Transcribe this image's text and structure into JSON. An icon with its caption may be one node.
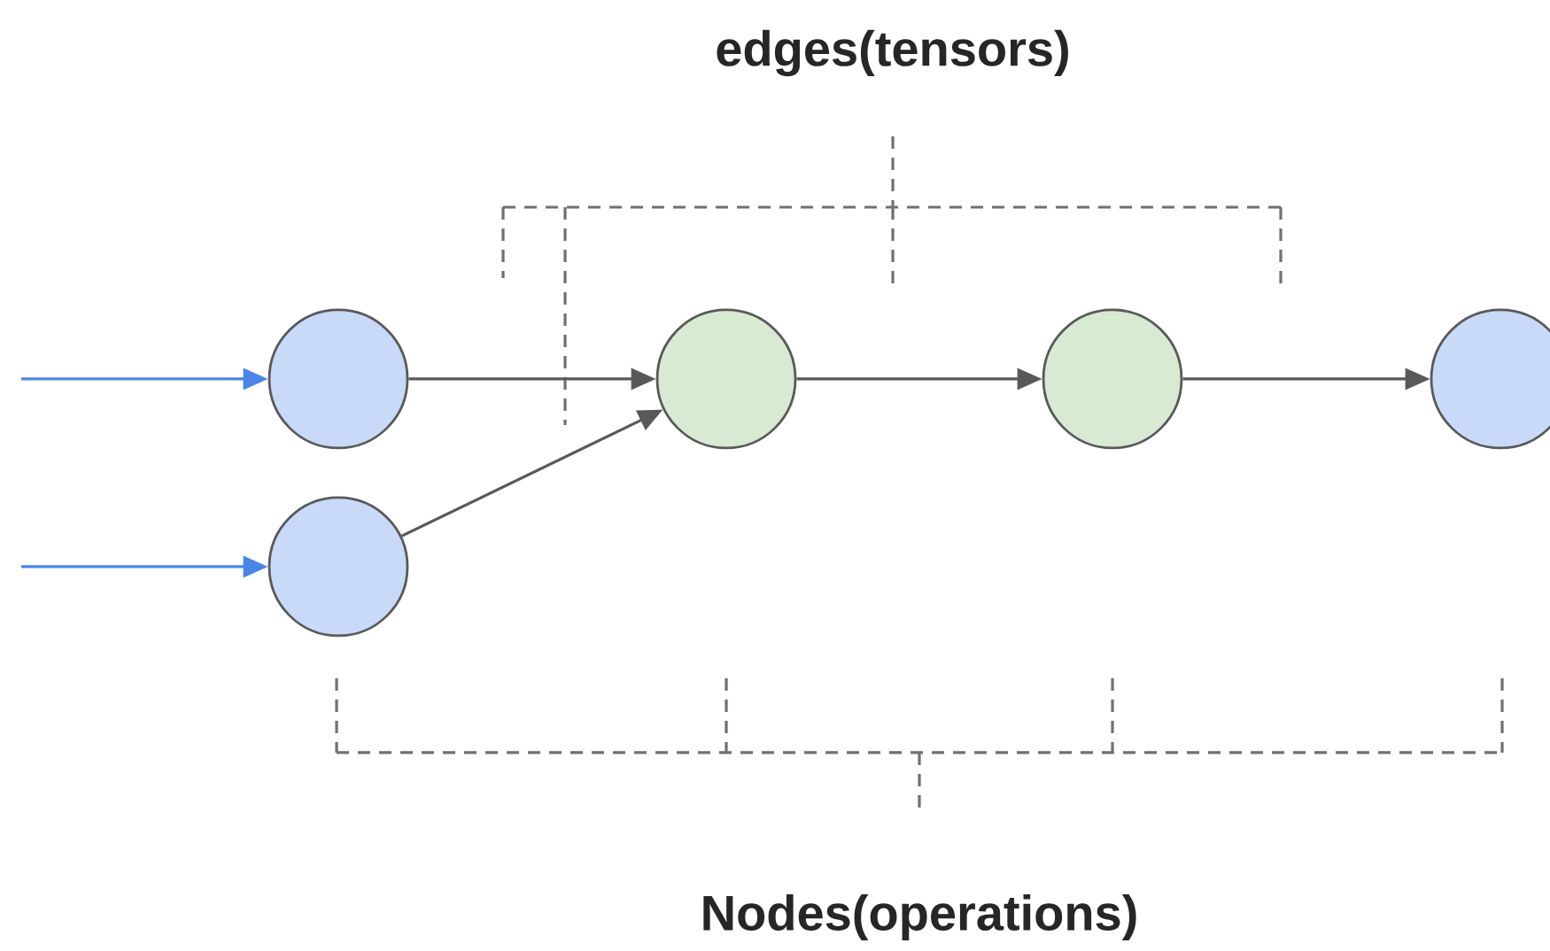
{
  "diagram": {
    "nodes": [
      {
        "text": [],
        "shape": "circle"
      },
      {
        "text": [],
        "shape": "circle"
      },
      {
        "text": [],
        "shape": "circle"
      },
      {
        "text": [],
        "shape": "circle"
      },
      {
        "text": [],
        "shape": "circle"
      }
    ],
    "edges": [
      {
        "from": null,
        "to": 0,
        "arrow": "to",
        "color": "#4a86e8"
      },
      {
        "from": null,
        "to": 1,
        "arrow": "to",
        "color": "#4a86e8"
      },
      {
        "from": 0,
        "to": 2,
        "arrow": "to"
      },
      {
        "from": 1,
        "to": 2,
        "arrow": "to"
      },
      {
        "from": 2,
        "to": 3,
        "arrow": "to"
      },
      {
        "from": 3,
        "to": 4,
        "arrow": "to"
      }
    ],
    "labels": [
      "edges(tensors)",
      "Nodes(operations)"
    ]
  }
}
